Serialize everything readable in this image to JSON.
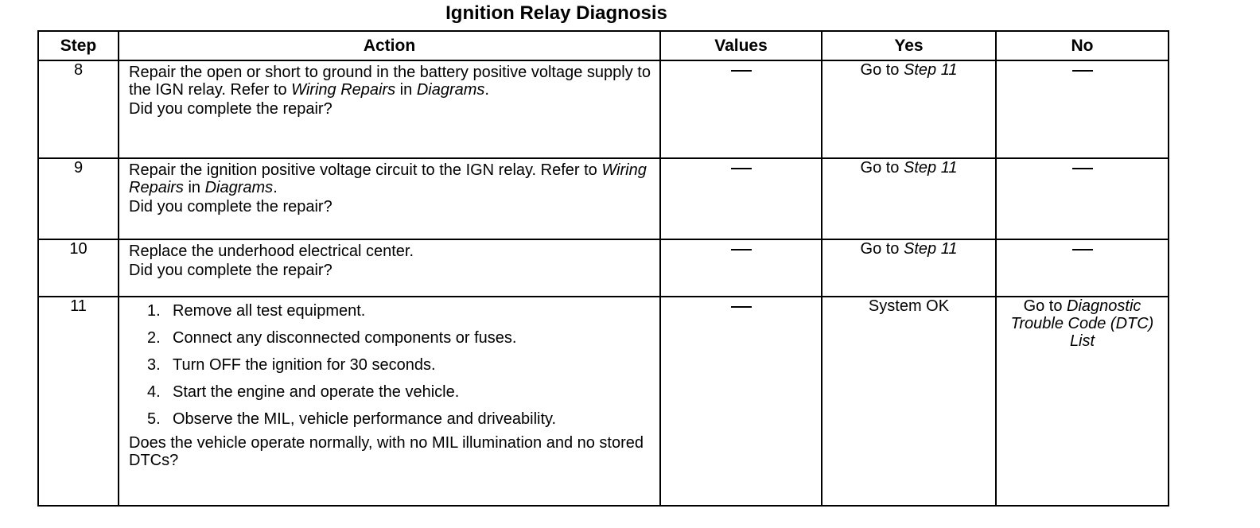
{
  "title": "Ignition Relay Diagnosis",
  "headers": {
    "step": "Step",
    "action": "Action",
    "values": "Values",
    "yes": "Yes",
    "no": "No"
  },
  "dash": "—",
  "rows": [
    {
      "step": "8",
      "action_pre": "Repair the open or short to ground in the battery positive voltage supply to the IGN relay. Refer to ",
      "action_ref1": "Wiring Repairs",
      "action_mid": " in ",
      "action_ref2": "Diagrams",
      "action_post": ".",
      "question": "Did you complete the repair?",
      "yes_pre": "Go to ",
      "yes_ref": "Step 11"
    },
    {
      "step": "9",
      "action_pre": "Repair the ignition positive voltage circuit to the IGN relay. Refer to ",
      "action_ref1": "Wiring Repairs",
      "action_mid": " in ",
      "action_ref2": "Diagrams",
      "action_post": ".",
      "question": "Did you complete the repair?",
      "yes_pre": "Go to ",
      "yes_ref": "Step 11"
    },
    {
      "step": "10",
      "action": "Replace the underhood electrical center.",
      "question": "Did you complete the repair?",
      "yes_pre": "Go to ",
      "yes_ref": "Step 11"
    },
    {
      "step": "11",
      "list": [
        {
          "num": "1.",
          "text": "Remove all test equipment."
        },
        {
          "num": "2.",
          "text": "Connect any disconnected components or fuses."
        },
        {
          "num": "3.",
          "text": "Turn OFF the ignition for 30 seconds."
        },
        {
          "num": "4.",
          "text": "Start the engine and operate the vehicle."
        },
        {
          "num": "5.",
          "text": "Observe the MIL, vehicle performance and driveability."
        }
      ],
      "question": "Does the vehicle operate normally, with no MIL illumination and no stored DTCs?",
      "yes": "System OK",
      "no_pre": "Go to ",
      "no_ref": "Diagnostic Trouble Code (DTC) List"
    }
  ]
}
